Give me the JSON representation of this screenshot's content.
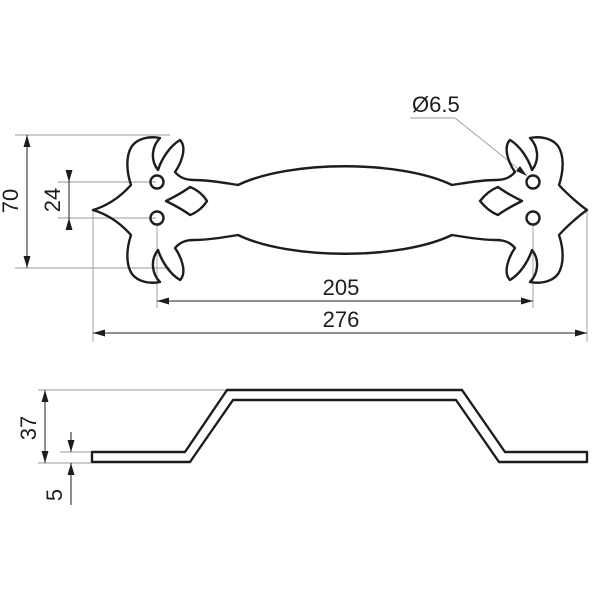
{
  "drawing": {
    "top_view": {
      "hole_diameter": "Ø6.5",
      "overall_height": "70",
      "hole_spacing_vertical": "24",
      "hole_spacing_horizontal": "205",
      "overall_length": "276"
    },
    "side_view": {
      "total_height": "37",
      "thickness": "5"
    },
    "colors": {
      "line": "#1d1d1b",
      "extension_line": "#9a9a9a",
      "background": "#ffffff"
    }
  }
}
